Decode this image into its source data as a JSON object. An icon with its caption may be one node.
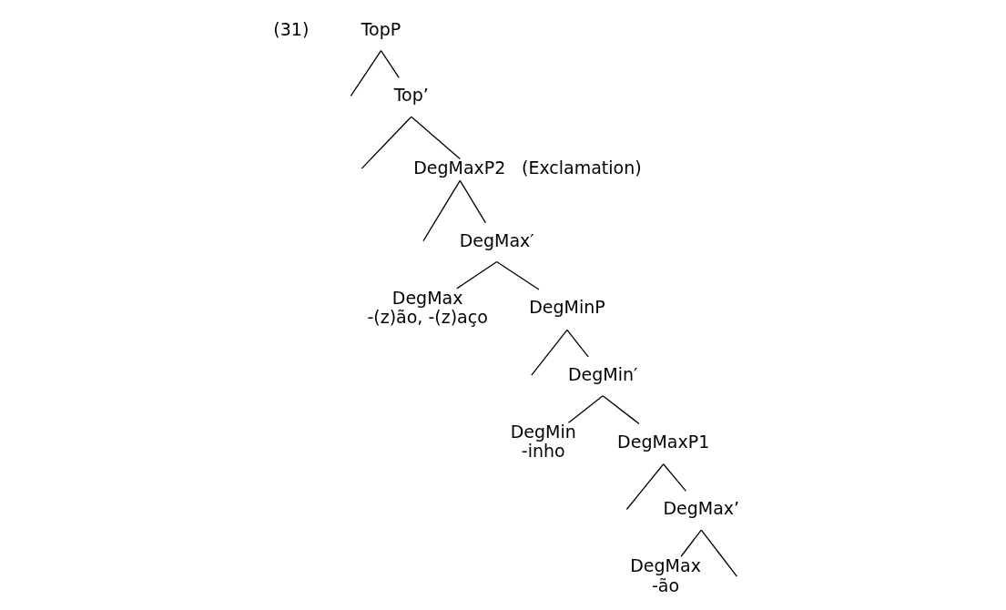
{
  "diagram": {
    "nodes": [
      {
        "text": [
          "TopP"
        ]
      },
      {
        "text": [
          "Top’"
        ]
      },
      {
        "text": [
          "DegMaxP2"
        ],
        "beside": [
          "(Exclamation)"
        ]
      },
      {
        "text": [
          "DegMax′"
        ]
      },
      {
        "text": [
          "DegMax",
          "-(z)ão, -(z)aço"
        ]
      },
      {
        "text": [
          "DegMinP"
        ]
      },
      {
        "text": [
          "DegMin′"
        ]
      },
      {
        "text": [
          "DegMin",
          "-inho"
        ]
      },
      {
        "text": [
          "DegMaxP1"
        ]
      },
      {
        "text": [
          "DegMax’"
        ]
      },
      {
        "text": [
          "DegMax",
          "-ão"
        ]
      }
    ],
    "edges": [
      {
        "from": 0,
        "to": null,
        "arrow": "none"
      },
      {
        "from": 0,
        "to": 1,
        "arrow": "none"
      },
      {
        "from": 1,
        "to": null,
        "arrow": "none"
      },
      {
        "from": 1,
        "to": 2,
        "arrow": "none"
      },
      {
        "from": 2,
        "to": null,
        "arrow": "none"
      },
      {
        "from": 2,
        "to": 3,
        "arrow": "none"
      },
      {
        "from": 3,
        "to": 4,
        "arrow": "none"
      },
      {
        "from": 3,
        "to": 5,
        "arrow": "none"
      },
      {
        "from": 5,
        "to": null,
        "arrow": "none"
      },
      {
        "from": 5,
        "to": 6,
        "arrow": "none"
      },
      {
        "from": 6,
        "to": 7,
        "arrow": "none"
      },
      {
        "from": 6,
        "to": 8,
        "arrow": "none"
      },
      {
        "from": 8,
        "to": null,
        "arrow": "none"
      },
      {
        "from": 8,
        "to": 9,
        "arrow": "none"
      },
      {
        "from": 9,
        "to": 10,
        "arrow": "none"
      },
      {
        "from": 9,
        "to": null,
        "arrow": "none"
      }
    ],
    "labels": [
      "(31)"
    ]
  }
}
